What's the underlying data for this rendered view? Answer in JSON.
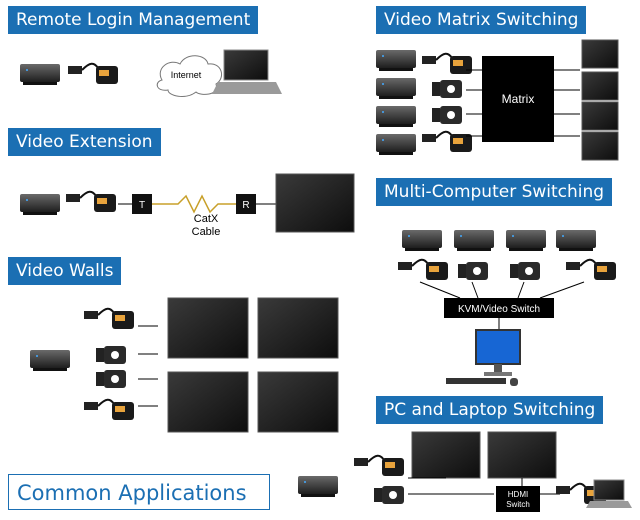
{
  "sections": {
    "remote_login": "Remote Login Management",
    "video_extension": "Video Extension",
    "video_walls": "Video Walls",
    "video_matrix": "Video Matrix Switching",
    "multi_computer": "Multi-Computer Switching",
    "pc_laptop": "PC and Laptop Switching"
  },
  "footer_title": "Common Applications",
  "labels": {
    "internet": "Internet",
    "transmitter": "T",
    "receiver": "R",
    "catx_line1": "CatX",
    "catx_line2": "Cable",
    "matrix": "Matrix",
    "kvm_switch": "KVM/Video Switch",
    "hdmi_line1": "HDMI",
    "hdmi_line2": "Switch"
  },
  "colors": {
    "header_bg": "#1b6fb3",
    "header_text": "#ffffff",
    "cable": "#c8a02a"
  }
}
